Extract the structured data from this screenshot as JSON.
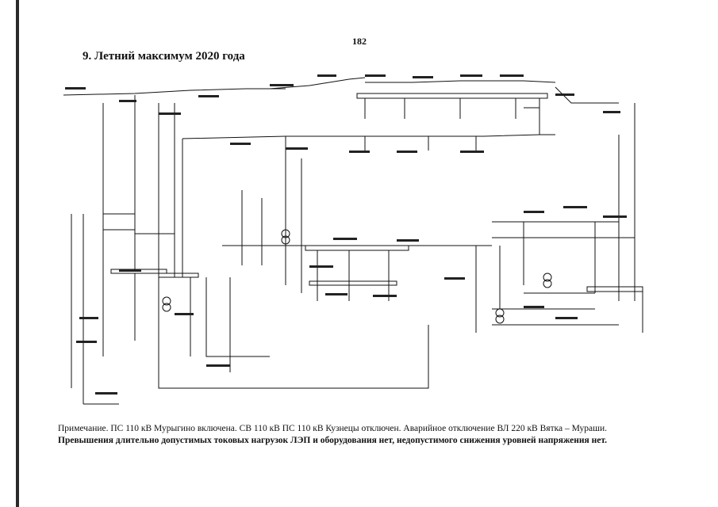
{
  "page": {
    "number": "182",
    "title": "9. Летний максимум 2020 года"
  },
  "notes": {
    "line1": "Примечание. ПС 110 кВ Мурыгино включена. СВ 110 кВ ПС 110 кВ Кузнецы отключен. Аварийное отключение ВЛ 220 кВ Вятка – Мураши.",
    "line2": "Превышения длительно допустимых токовых нагрузок ЛЭП и оборудования нет, недопустимого снижения уровней напряжения нет."
  },
  "colors": {
    "ink": "#111111",
    "bar": "#2a2a2a"
  }
}
